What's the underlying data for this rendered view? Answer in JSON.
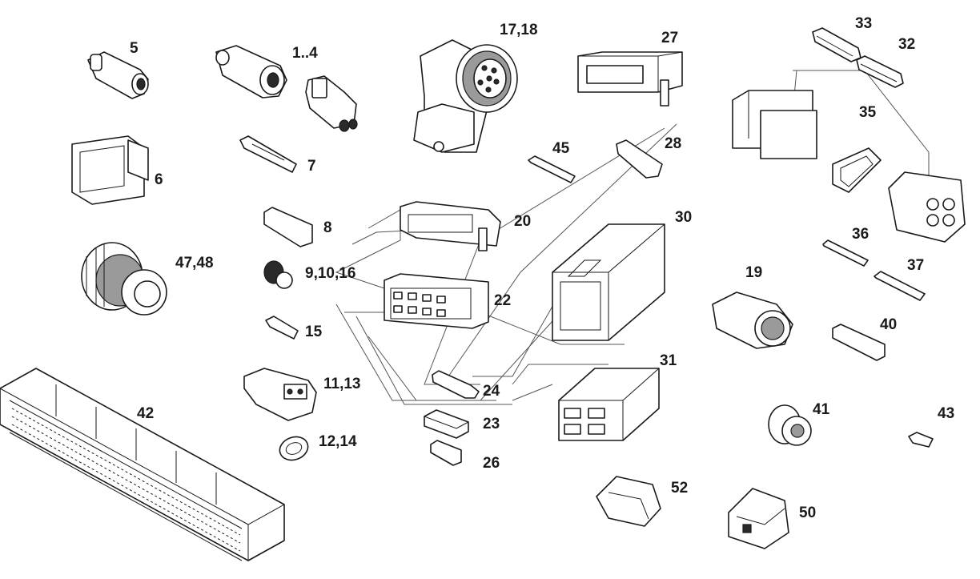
{
  "labels": {
    "l5": "5",
    "l1_4": "1..4",
    "l17_18": "17,18",
    "l27": "27",
    "l33": "33",
    "l32": "32",
    "l35": "35",
    "l6": "6",
    "l7": "7",
    "l45": "45",
    "l28": "28",
    "l8": "8",
    "l20": "20",
    "l30": "30",
    "l47_48": "47,48",
    "l9_10_16": "9,10,16",
    "l22": "22",
    "l19": "19",
    "l36": "36",
    "l37": "37",
    "l15": "15",
    "l40": "40",
    "l31": "31",
    "l11_13": "11,13",
    "l24": "24",
    "l42": "42",
    "l41": "41",
    "l43": "43",
    "l23": "23",
    "l12_14": "12,14",
    "l26": "26",
    "l52": "52",
    "l50": "50"
  }
}
